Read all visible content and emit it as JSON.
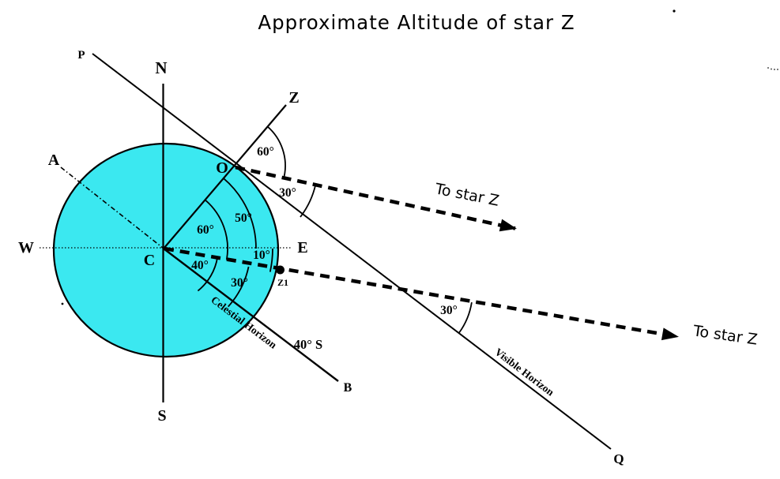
{
  "title": "Approximate Altitude of star Z",
  "colors": {
    "sphere_fill": "#3BE8F0",
    "ink": "#000000",
    "background": "#FFFFFF"
  },
  "labels": {
    "p": "P",
    "n": "N",
    "z": "Z",
    "a": "A",
    "o": "O",
    "w": "W",
    "e": "E",
    "c": "C",
    "s": "S",
    "b": "B",
    "q": "Q",
    "z1": "Z1"
  },
  "angles": {
    "o_zenith": "60°",
    "o_altitude": "30°",
    "c_zenith": "60°",
    "c_colatitude": "50°",
    "c_declination": "10°",
    "c_latitude": "40°",
    "c_altitude": "30°",
    "horizon_altitude": "30°"
  },
  "annotations": {
    "celestial_horizon": "Celestial Horizon",
    "visible_horizon": "Visible Horizon",
    "latitude_mark": "40° S",
    "to_star_upper": "To star Z",
    "to_star_lower": "To star Z"
  }
}
